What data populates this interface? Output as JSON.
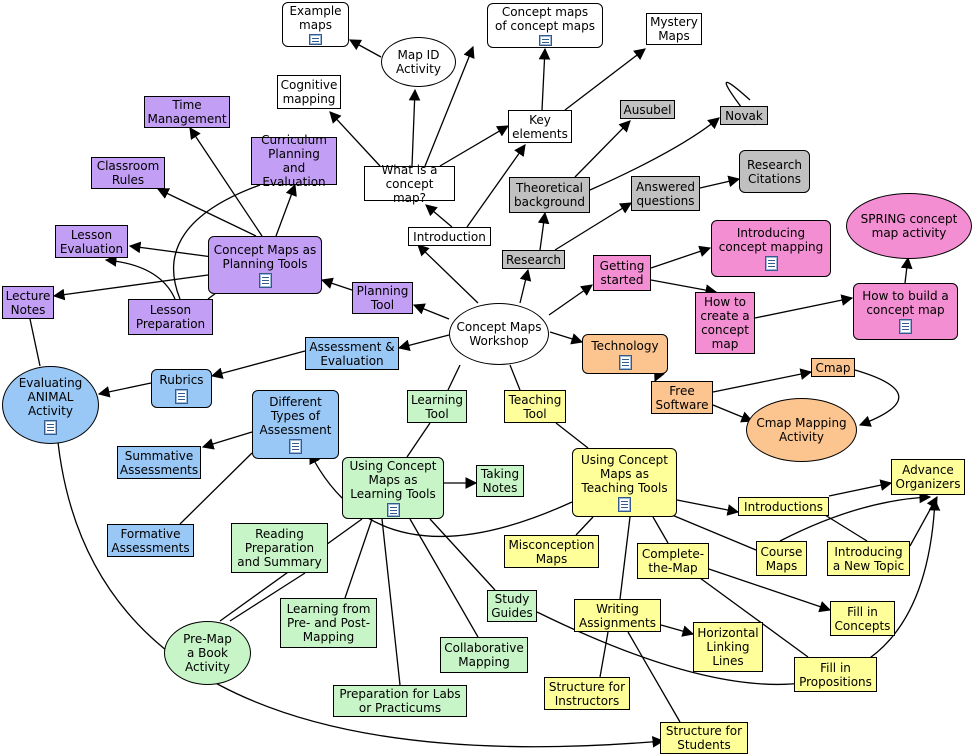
{
  "colors": {
    "white": "#ffffff",
    "purple": "#c29ef5",
    "blue": "#99c8f7",
    "green": "#c8f5c8",
    "yellow": "#ffff99",
    "gray": "#c0c0c0",
    "pink": "#f28ed1",
    "orange": "#fcc590",
    "edge": "#000000"
  },
  "nodes": [
    {
      "id": "example-maps",
      "label": "Example\nmaps",
      "color": "white",
      "icon": true
    },
    {
      "id": "map-id-activity",
      "label": "Map ID\nActivity",
      "color": "white",
      "icon": false
    },
    {
      "id": "concept-maps-of-concept-maps",
      "label": "Concept maps\nof concept maps",
      "color": "white",
      "icon": true
    },
    {
      "id": "mystery-maps",
      "label": "Mystery\nMaps",
      "color": "white",
      "icon": false
    },
    {
      "id": "cognitive-mapping",
      "label": "Cognitive\nmapping",
      "color": "white",
      "icon": false
    },
    {
      "id": "key-elements",
      "label": "Key\nelements",
      "color": "white",
      "icon": false
    },
    {
      "id": "ausubel",
      "label": "Ausubel",
      "color": "gray",
      "icon": false
    },
    {
      "id": "novak",
      "label": "Novak",
      "color": "gray",
      "icon": false
    },
    {
      "id": "time-management",
      "label": "Time\nManagement",
      "color": "purple",
      "icon": false
    },
    {
      "id": "curriculum-planning",
      "label": "Curriculum\nPlanning and\nEvaluation",
      "color": "purple",
      "icon": false
    },
    {
      "id": "classroom-rules",
      "label": "Classroom\nRules",
      "color": "purple",
      "icon": false
    },
    {
      "id": "what-is-a-concept-map",
      "label": "What is a\nconcept map?",
      "color": "white",
      "icon": false
    },
    {
      "id": "theoretical-background",
      "label": "Theoretical\nbackground",
      "color": "gray",
      "icon": false
    },
    {
      "id": "answered-questions",
      "label": "Answered\nquestions",
      "color": "gray",
      "icon": false
    },
    {
      "id": "research-citations",
      "label": "Research\nCitations",
      "color": "gray",
      "icon": false
    },
    {
      "id": "spring-activity",
      "label": "SPRING concept\nmap activity",
      "color": "pink",
      "icon": false
    },
    {
      "id": "lesson-evaluation",
      "label": "Lesson\nEvaluation",
      "color": "purple",
      "icon": false
    },
    {
      "id": "planning-tools",
      "label": "Concept Maps as\nPlanning Tools",
      "color": "purple",
      "icon": true
    },
    {
      "id": "introduction",
      "label": "Introduction",
      "color": "white",
      "icon": false
    },
    {
      "id": "introducing-concept-mapping",
      "label": "Introducing\nconcept mapping",
      "color": "pink",
      "icon": true
    },
    {
      "id": "research",
      "label": "Research",
      "color": "gray",
      "icon": false
    },
    {
      "id": "getting-started",
      "label": "Getting\nstarted",
      "color": "pink",
      "icon": false
    },
    {
      "id": "lecture-notes",
      "label": "Lecture\nNotes",
      "color": "purple",
      "icon": false
    },
    {
      "id": "planning-tool",
      "label": "Planning\nTool",
      "color": "purple",
      "icon": false
    },
    {
      "id": "lesson-preparation",
      "label": "Lesson\nPreparation",
      "color": "purple",
      "icon": false
    },
    {
      "id": "how-to-create",
      "label": "How to\ncreate a\nconcept\nmap",
      "color": "pink",
      "icon": false
    },
    {
      "id": "how-to-build",
      "label": "How to build a\nconcept map",
      "color": "pink",
      "icon": true
    },
    {
      "id": "workshop",
      "label": "Concept Maps\nWorkshop",
      "color": "white",
      "icon": false
    },
    {
      "id": "assessment-evaluation",
      "label": "Assessment &\nEvaluation",
      "color": "blue",
      "icon": false
    },
    {
      "id": "technology",
      "label": "Technology",
      "color": "orange",
      "icon": true
    },
    {
      "id": "cmap",
      "label": "Cmap",
      "color": "orange",
      "icon": false
    },
    {
      "id": "evaluating-animal",
      "label": "Evaluating\nANIMAL\nActivity",
      "color": "blue",
      "icon": true
    },
    {
      "id": "rubrics",
      "label": "Rubrics",
      "color": "blue",
      "icon": true
    },
    {
      "id": "different-types",
      "label": "Different\nTypes of\nAssessment",
      "color": "blue",
      "icon": true
    },
    {
      "id": "learning-tool",
      "label": "Learning\nTool",
      "color": "green",
      "icon": false
    },
    {
      "id": "teaching-tool",
      "label": "Teaching\nTool",
      "color": "yellow",
      "icon": false
    },
    {
      "id": "free-software",
      "label": "Free\nSoftware",
      "color": "orange",
      "icon": false
    },
    {
      "id": "cmap-mapping-activity",
      "label": "Cmap Mapping\nActivity",
      "color": "orange",
      "icon": false
    },
    {
      "id": "summative",
      "label": "Summative\nAssessments",
      "color": "blue",
      "icon": false
    },
    {
      "id": "using-learning-tools",
      "label": "Using Concept\nMaps as\nLearning Tools",
      "color": "green",
      "icon": true
    },
    {
      "id": "taking-notes",
      "label": "Taking\nNotes",
      "color": "green",
      "icon": false
    },
    {
      "id": "using-teaching-tools",
      "label": "Using Concept\nMaps as\nTeaching Tools",
      "color": "yellow",
      "icon": true
    },
    {
      "id": "advance-organizers",
      "label": "Advance\nOrganizers",
      "color": "yellow",
      "icon": false
    },
    {
      "id": "introductions",
      "label": "Introductions",
      "color": "yellow",
      "icon": false
    },
    {
      "id": "formative",
      "label": "Formative\nAssessments",
      "color": "blue",
      "icon": false
    },
    {
      "id": "reading-preparation",
      "label": "Reading\nPreparation\nand Summary",
      "color": "green",
      "icon": false
    },
    {
      "id": "misconception-maps",
      "label": "Misconception\nMaps",
      "color": "yellow",
      "icon": false
    },
    {
      "id": "complete-the-map",
      "label": "Complete-\nthe-Map",
      "color": "yellow",
      "icon": false
    },
    {
      "id": "course-maps",
      "label": "Course\nMaps",
      "color": "yellow",
      "icon": false
    },
    {
      "id": "introducing-new-topic",
      "label": "Introducing\na New Topic",
      "color": "yellow",
      "icon": false
    },
    {
      "id": "learning-pre-post",
      "label": "Learning from\nPre- and Post-\nMapping",
      "color": "green",
      "icon": false
    },
    {
      "id": "study-guides",
      "label": "Study\nGuides",
      "color": "green",
      "icon": false
    },
    {
      "id": "writing-assignments",
      "label": "Writing\nAssignments",
      "color": "yellow",
      "icon": false
    },
    {
      "id": "fill-in-concepts",
      "label": "Fill in\nConcepts",
      "color": "yellow",
      "icon": false
    },
    {
      "id": "pre-map-book",
      "label": "Pre-Map\na Book\nActivity",
      "color": "green",
      "icon": false
    },
    {
      "id": "collaborative-mapping",
      "label": "Collaborative\nMapping",
      "color": "green",
      "icon": false
    },
    {
      "id": "horizontal-linking",
      "label": "Horizontal\nLinking\nLines",
      "color": "yellow",
      "icon": false
    },
    {
      "id": "fill-in-propositions",
      "label": "Fill in\nPropositions",
      "color": "yellow",
      "icon": false
    },
    {
      "id": "structure-instructors",
      "label": "Structure for\nInstructors",
      "color": "yellow",
      "icon": false
    },
    {
      "id": "preparation-labs",
      "label": "Preparation for Labs\nor Practicums",
      "color": "green",
      "icon": false
    },
    {
      "id": "structure-students",
      "label": "Structure for\nStudents",
      "color": "yellow",
      "icon": false
    }
  ]
}
